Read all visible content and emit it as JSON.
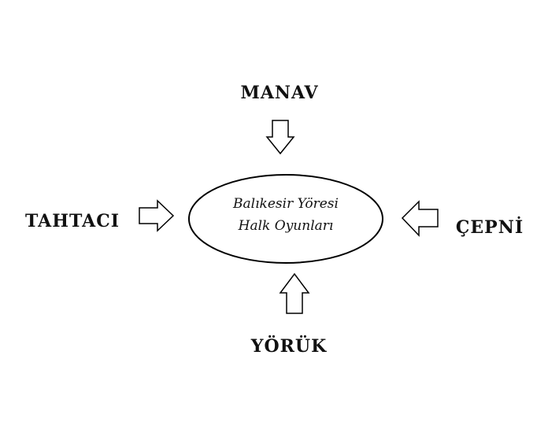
{
  "center": {
    "line1": "Balıkesir Yöresi",
    "line2": "Halk Oyunları"
  },
  "groups": {
    "top": "MANAV",
    "left": "TAHTACI",
    "right": "ÇEPNİ",
    "bottom": "YÖRÜK"
  }
}
